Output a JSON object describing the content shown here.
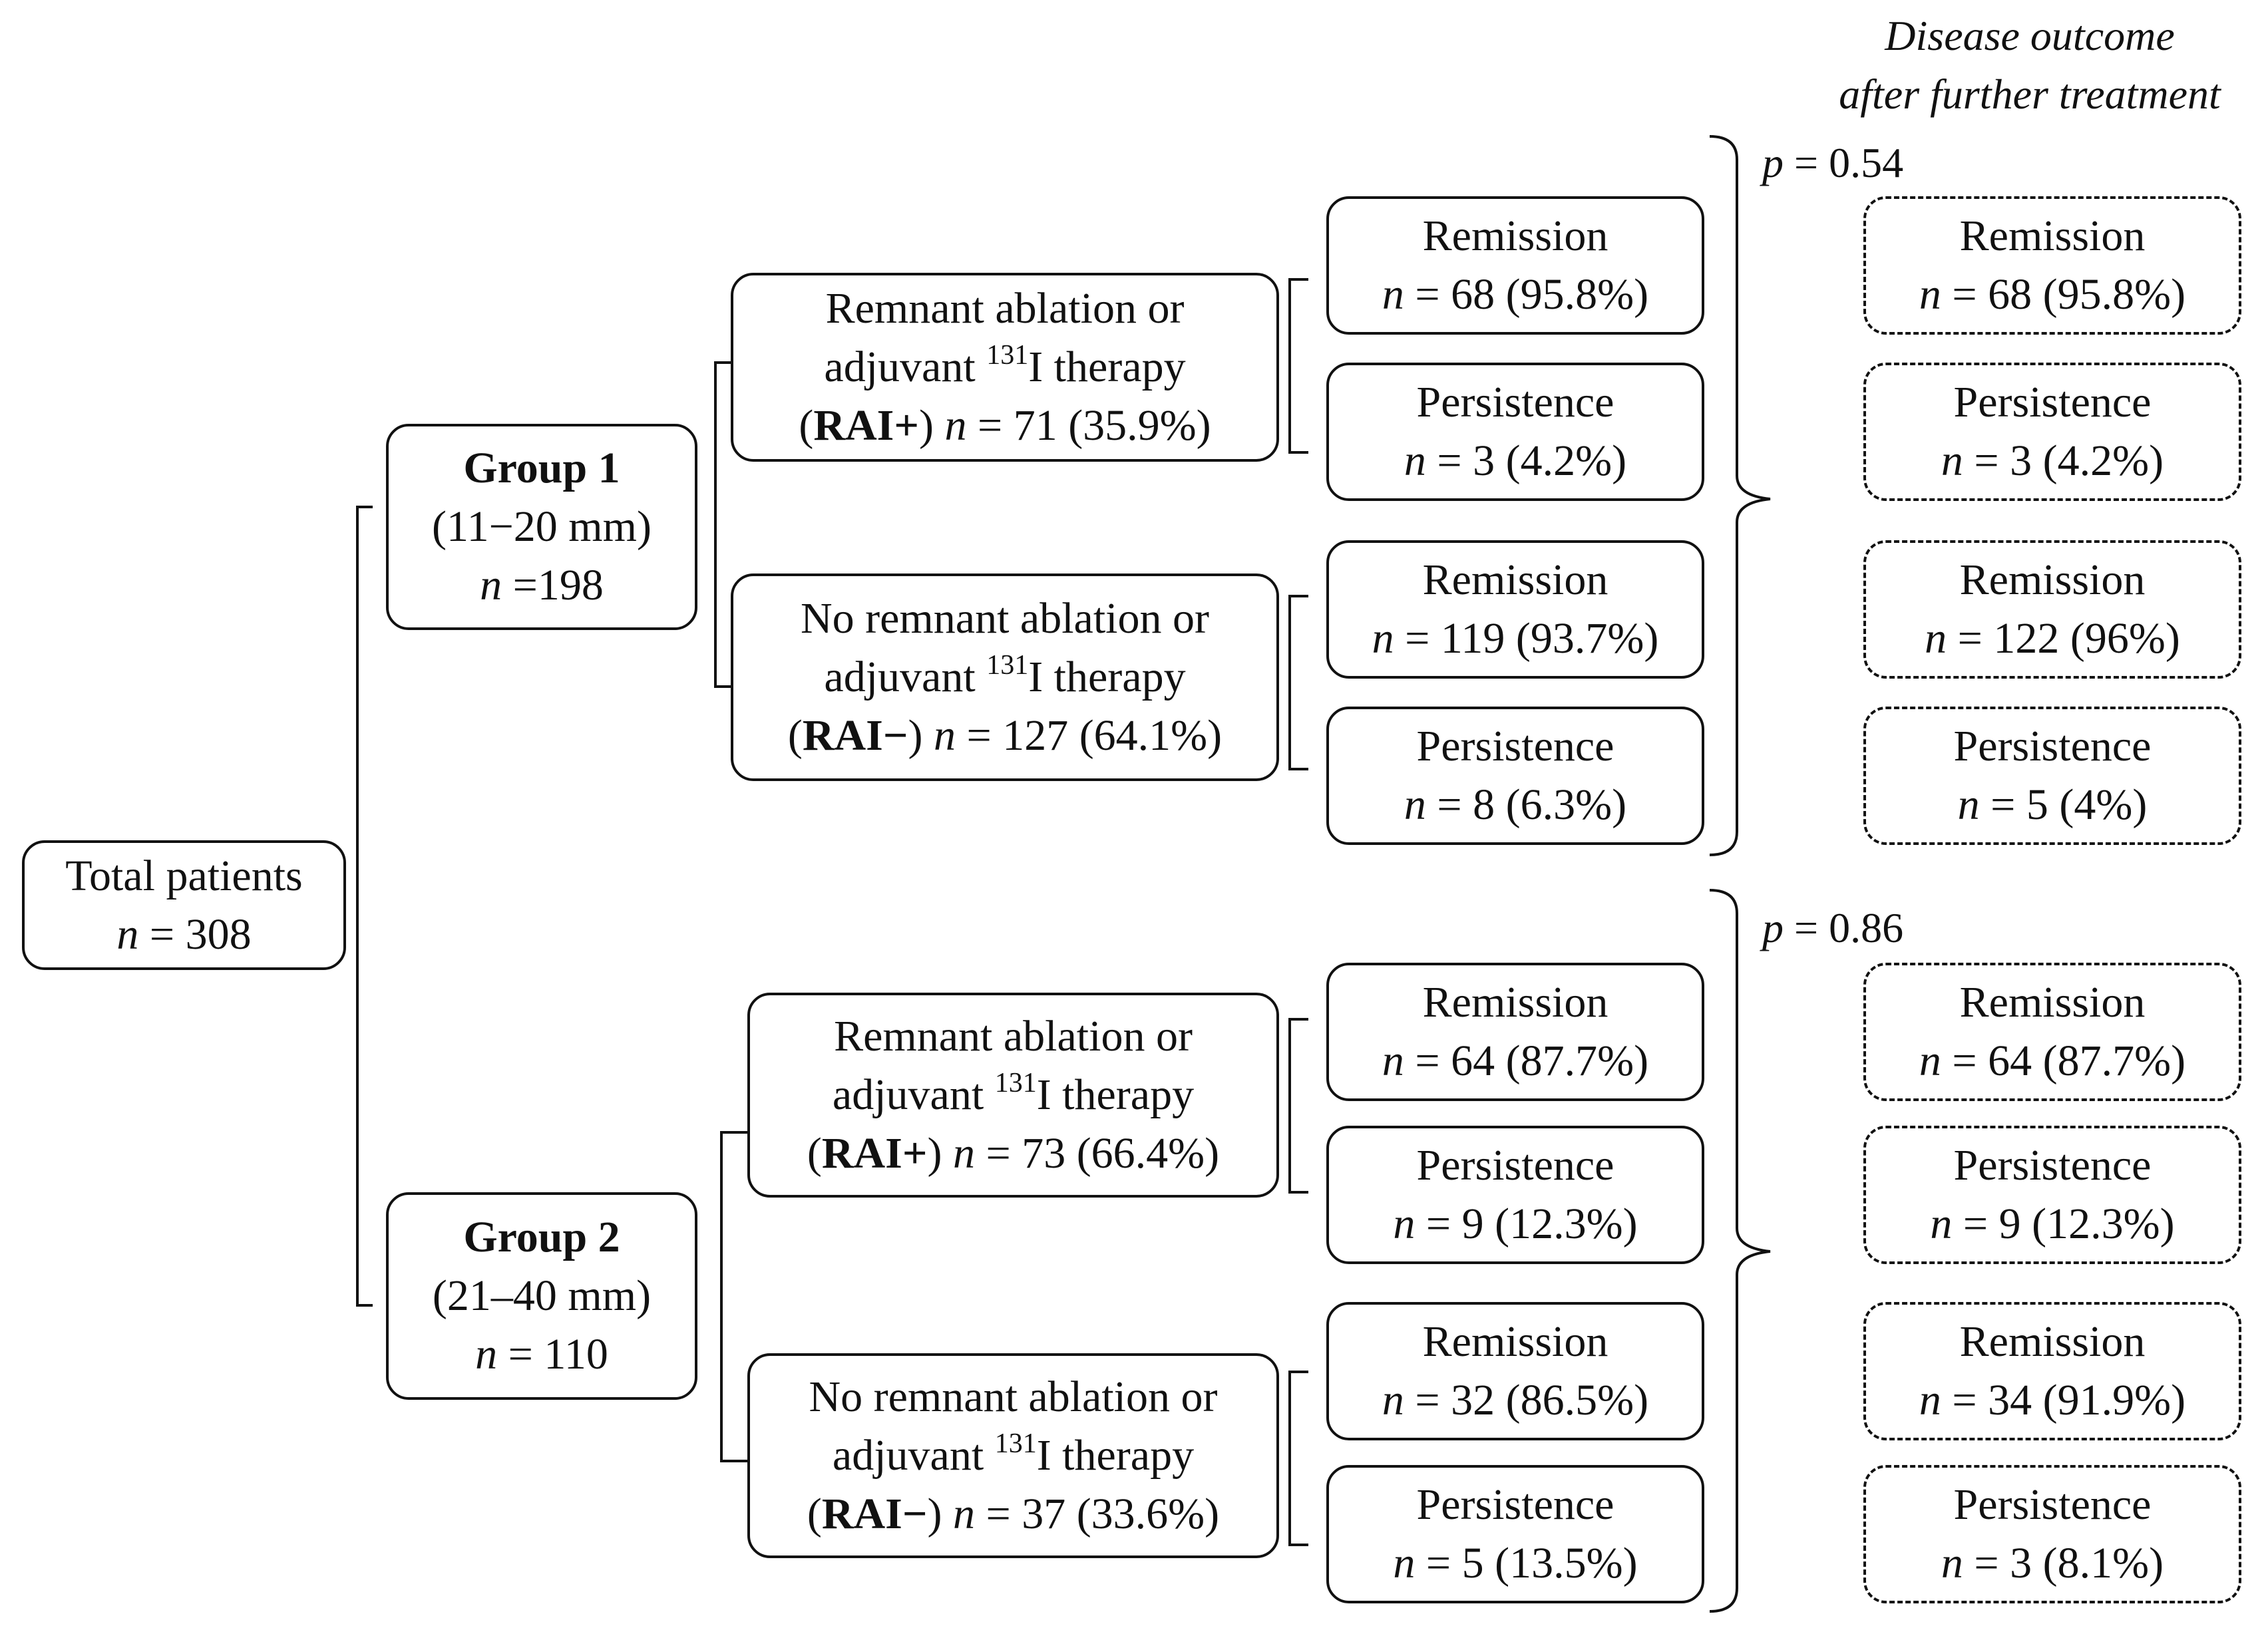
{
  "header": {
    "line1": "Disease outcome",
    "line2": "after further treatment"
  },
  "p_values": {
    "group1": "0.54",
    "group2": "0.86"
  },
  "total": {
    "label": "Total patients",
    "n": "308"
  },
  "group1": {
    "title": "Group 1",
    "range": "(11−20 mm)",
    "n": "=198"
  },
  "group2": {
    "title": "Group 2",
    "range": "(21–40 mm)",
    "n": "110"
  },
  "therapy": {
    "rai_pos_line1": "Remnant ablation or",
    "no_rai_line1": "No remnant ablation or",
    "line2_pre": "adjuvant ",
    "line2_sup": "131",
    "line2_post": "I therapy",
    "rai_pos_tag": "RAI+",
    "rai_neg_tag": "RAI−",
    "g1_pos": "71 (35.9%)",
    "g1_neg": "127 (64.1%)",
    "g2_pos": "73 (66.4%)",
    "g2_neg": "37 (33.6%)"
  },
  "labels": {
    "remission": "Remission",
    "persistence": "Persistence"
  },
  "outcomes": {
    "g1_pos_rem": "68 (95.8%)",
    "g1_pos_per": "3 (4.2%)",
    "g1_neg_rem": "119 (93.7%)",
    "g1_neg_per": "8 (6.3%)",
    "g2_pos_rem": "64 (87.7%)",
    "g2_pos_per": "9 (12.3%)",
    "g2_neg_rem": "32 (86.5%)",
    "g2_neg_per": "5 (13.5%)"
  },
  "after_treatment": {
    "g1_pos_rem": "68 (95.8%)",
    "g1_pos_per": "3 (4.2%)",
    "g1_neg_rem": "122 (96%)",
    "g1_neg_per": "5 (4%)",
    "g2_pos_rem": "64 (87.7%)",
    "g2_pos_per": "9 (12.3%)",
    "g2_neg_rem": "34 (91.9%)",
    "g2_neg_per": "3 (8.1%)"
  }
}
